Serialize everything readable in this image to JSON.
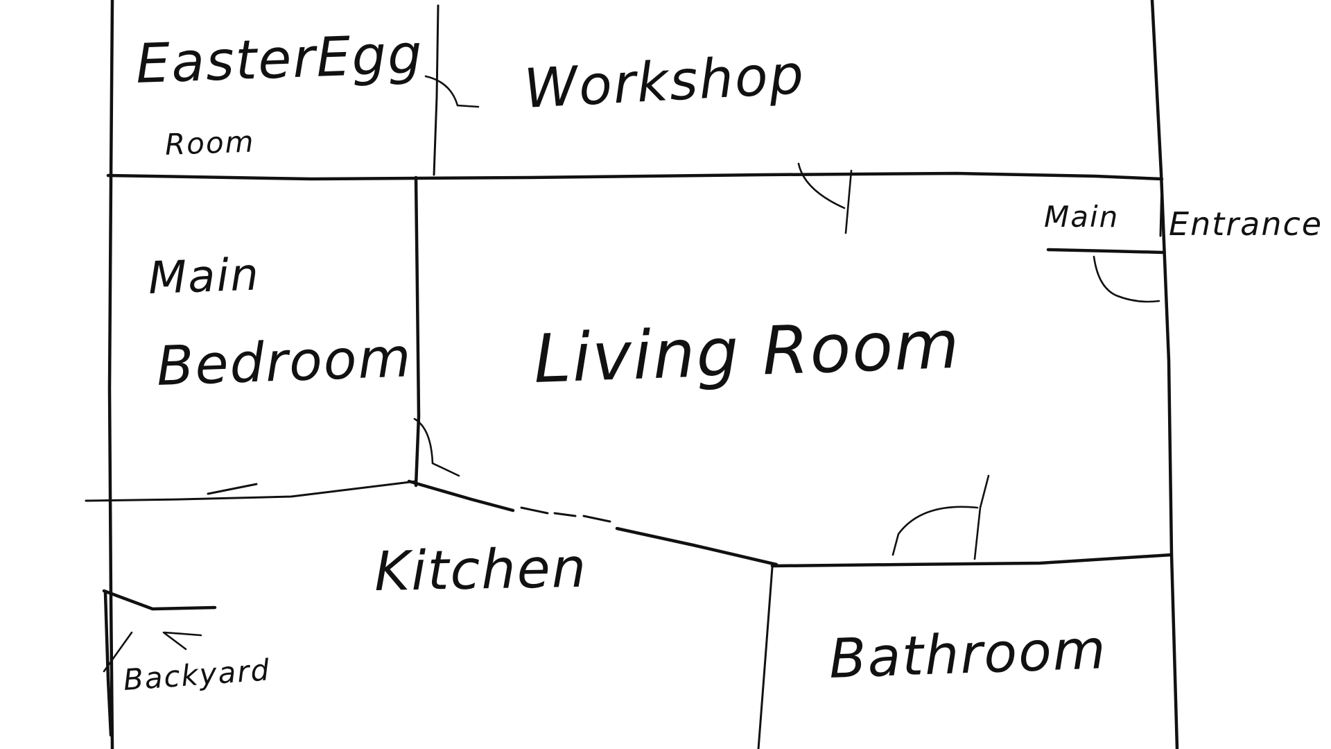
{
  "rooms": {
    "easter_egg_room": {
      "line1": "EasterEgg",
      "line2": "Room"
    },
    "workshop": {
      "label": "Workshop"
    },
    "main_bedroom": {
      "line1": "Main",
      "line2": "Bedroom"
    },
    "living_room": {
      "label": "Living Room"
    },
    "kitchen": {
      "label": "Kitchen"
    },
    "bathroom": {
      "label": "Bathroom"
    }
  },
  "entries": {
    "main_entrance": {
      "line1": "Main",
      "line2": "Entrance"
    },
    "backyard": {
      "label": "Backyard"
    }
  },
  "colors": {
    "ink": "#111111",
    "paper": "#ffffff"
  }
}
